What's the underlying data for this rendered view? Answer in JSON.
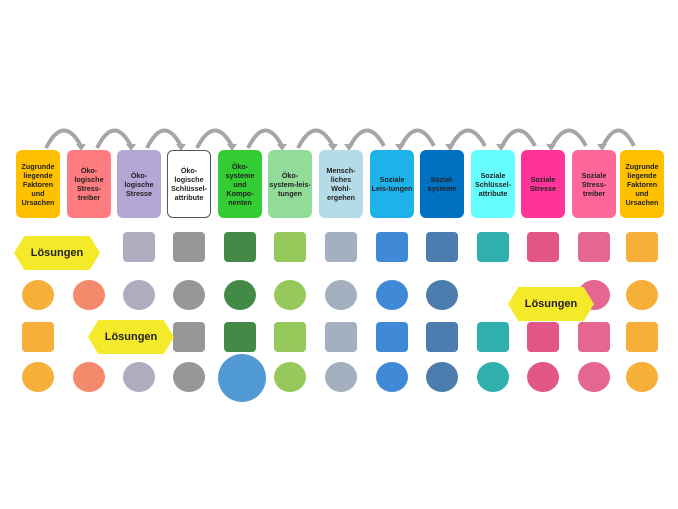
{
  "boxes": [
    {
      "label": "Zugrunde liegende Faktoren und Ursachen",
      "color": "#ffc000"
    },
    {
      "label": "Öko-logische Stress-treiber",
      "color": "#ff7c80"
    },
    {
      "label": "Öko-logische Stresse",
      "color": "#b4a7d6"
    },
    {
      "label": "Öko-logische Schlüssel-attribute",
      "color": "#ffffff"
    },
    {
      "label": "Öko-systeme und Kompo-nenten",
      "color": "#33cc33"
    },
    {
      "label": "Öko-system-leis-tungen",
      "color": "#92dc9a"
    },
    {
      "label": "Mensch-liches Wohl-ergehen",
      "color": "#b4dce8"
    },
    {
      "label": "Soziale Leis-tungen",
      "color": "#1fb1ea"
    },
    {
      "label": "Sozial-systeme",
      "color": "#0070c0"
    },
    {
      "label": "Soziale Schlüssel-attribute",
      "color": "#66ffff"
    },
    {
      "label": "Soziale Stresse",
      "color": "#ff3399"
    },
    {
      "label": "Soziale Stress-treiber",
      "color": "#ff6699"
    },
    {
      "label": "Zugrunde liegende Faktoren und Ursachen",
      "color": "#ffc000"
    }
  ],
  "solutions": [
    "Lösungen",
    "Lösungen",
    "Lösungen"
  ],
  "icon_colors": [
    "#f5a623",
    "#f47c5c",
    "#a6a3b8",
    "#8c8c8c",
    "#2e7d32",
    "#8bc34a",
    "#9aa7b8",
    "#2b7cd3",
    "#3a6ea5",
    "#1aa6a6",
    "#e0457b",
    "#e25583",
    "#f5a623"
  ]
}
